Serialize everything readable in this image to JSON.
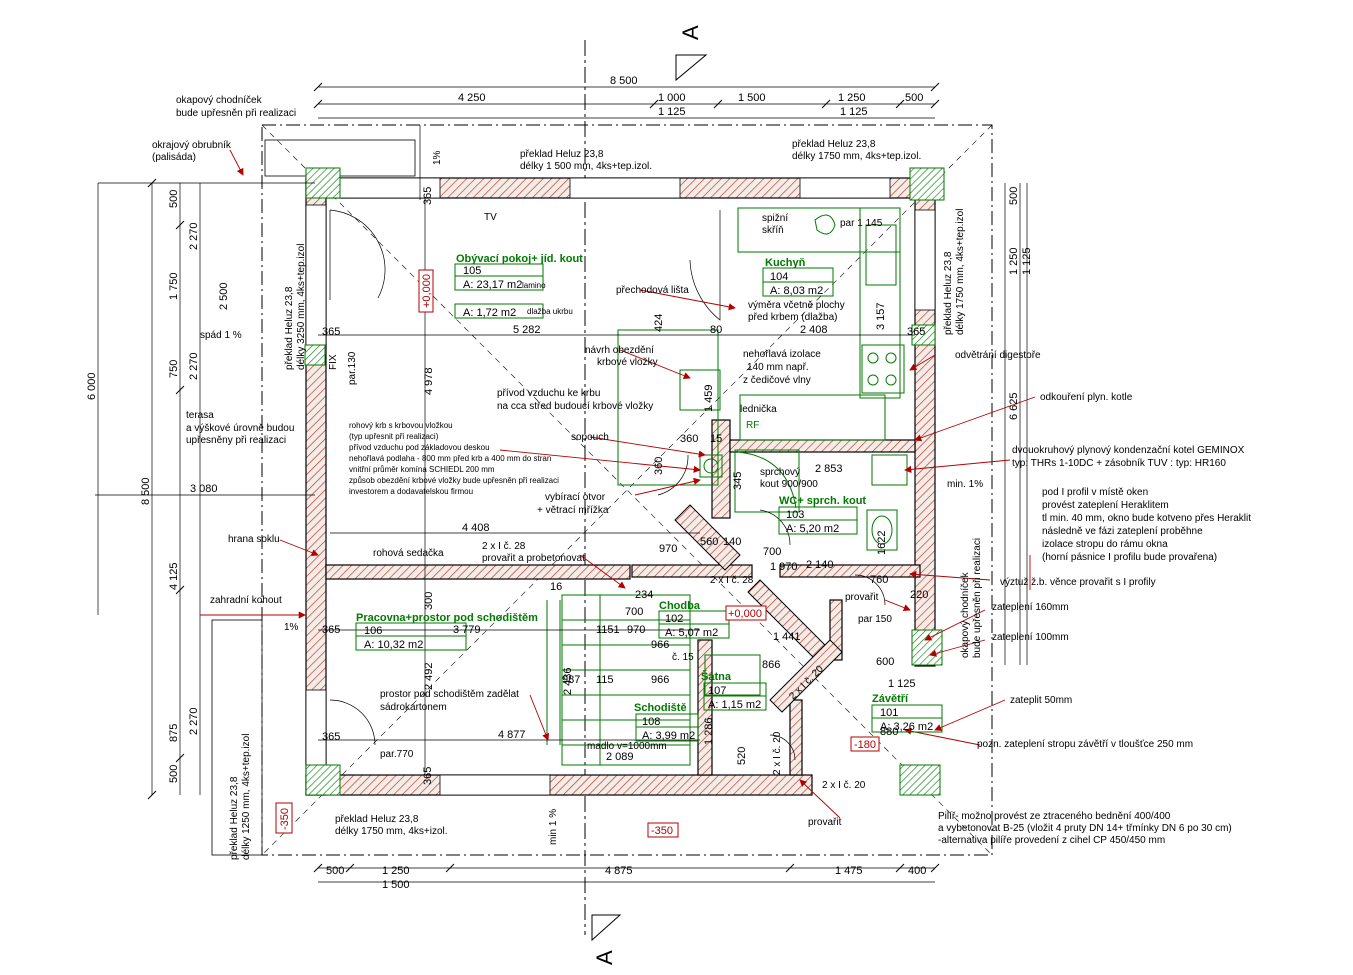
{
  "section_marks": {
    "top": "A",
    "bottom": "A"
  },
  "dims_top": {
    "overall": "8 500",
    "d1": "4 250",
    "d2": "1 000",
    "d3": "1 500",
    "d4": "1 250",
    "d5": "500",
    "d6": "1 125",
    "d7": "1 125"
  },
  "dims_bottom": {
    "d1": "500",
    "d2": "1 250",
    "d3": "1 500",
    "d4": "4 875",
    "d5": "1 475",
    "d6": "400"
  },
  "dims_left": {
    "overall": "8 500",
    "d6000": "6 000",
    "d500a": "500",
    "d2270a": "2 270",
    "d1750": "1 750",
    "d2500": "2 500",
    "d750": "750",
    "d2270b": "2 270",
    "d4125": "4 125",
    "d875": "875",
    "d2270c": "2 270",
    "d500b": "500",
    "d3080": "3 080"
  },
  "dims_right": {
    "d500": "500",
    "d1250": "1 250",
    "d1125": "1 125",
    "d6625": "6 625"
  },
  "dims_inner": {
    "d365a": "365",
    "d365b": "365",
    "d365c": "365",
    "d365d": "365",
    "d365e": "365",
    "d365f": "365",
    "d5282": "5 282",
    "d80": "80",
    "d2408": "2 408",
    "d4978": "4 978",
    "d424": "424",
    "d3157": "3 157",
    "d4408": "4 408",
    "d2853": "2 853",
    "d3779": "3 779",
    "d2492": "2 492",
    "d300": "300",
    "d4877": "4 877",
    "d2089": "2 089",
    "d1151": "1151",
    "d970a": "970",
    "d966a": "966",
    "d966b": "966",
    "d987": "987",
    "d115": "115",
    "d2436": "2 436",
    "d1622": "1622",
    "d760": "760",
    "d220": "220",
    "d600": "600",
    "d1125": "1 125",
    "d970b": "970",
    "d700a": "700",
    "d700b": "700",
    "d560": "560",
    "d140": "140",
    "d1459": "1 459",
    "d15": "15",
    "d360a": "360",
    "d360b": "360",
    "d345": "345",
    "d234": "234",
    "d16": "16",
    "d1441": "1 441",
    "d866": "866",
    "d1286": "1 286",
    "d520": "520",
    "d1970": "1 970",
    "d2140": "2 140",
    "d880": "880"
  },
  "levels": {
    "l1": "+0,000",
    "l2": "+0,000",
    "l3": "-180",
    "l4": "-350",
    "l5": "-350"
  },
  "rooms": [
    {
      "name": "Obývací pokoj+ jíd. kout",
      "num": "105",
      "area": "A: 23,17 m2",
      "extra": "lamino"
    },
    {
      "name": "",
      "num": "",
      "area": "A: 1,72 m2",
      "extra": "dlažba ukrbu"
    },
    {
      "name": "Kuchyň",
      "num": "104",
      "area": "A: 8,03 m2",
      "extra": ""
    },
    {
      "name": "WC+ sprch. kout",
      "num": "103",
      "area": "A: 5,20 m2",
      "extra": ""
    },
    {
      "name": "Pracovna+prostor pod schodištěm",
      "num": "106",
      "area": "A: 10,32 m2",
      "extra": ""
    },
    {
      "name": "Chodba",
      "num": "102",
      "area": "A: 5,07 m2",
      "extra": ""
    },
    {
      "name": "Šatna",
      "num": "107",
      "area": "A: 1,15 m2",
      "extra": ""
    },
    {
      "name": "Schodiště",
      "num": "108",
      "area": "A: 3,99 m2",
      "extra": ""
    },
    {
      "name": "Závětří",
      "num": "101",
      "area": "A: 3,26 m2",
      "extra": ""
    }
  ],
  "notes": {
    "okap1": "okapový chodníček",
    "okap2": "bude upřesněn při realizaci",
    "obrub1": "okrajový obrubník",
    "obrub2": "(palisáda)",
    "heluz1a": "překlad Heluz 23,8",
    "heluz1b": "délky 1 500 mm, 4ks+tep.izol.",
    "heluz2a": "překlad Heluz 23,8",
    "heluz2b": "délky 1750 mm, 4ks+tep.izol.",
    "heluz3a": "překlad Heluz 23,8",
    "heluz3b": "délky 3250 mm, 4ks+tep.izol",
    "heluz4a": "překlad Heluz 23,8",
    "heluz4b": "délky 1750 mm, 4ks+tep.izol",
    "heluz5a": "překlad Heluz 23,8",
    "heluz5b": "délky 1750 mm, 4ks+izol.",
    "heluz6a": "překlad Heluz 23,8",
    "heluz6b": "délky 1250 mm, 4ks+tep.izol",
    "pct1": "1%",
    "pct2": "1%",
    "pct3": "min 1 %",
    "pct4": "min. 1%",
    "spad": "spád 1 %",
    "terasa1": "terasa",
    "terasa2": "a výškové úrovně budou",
    "terasa3": "upřesněny při realizaci",
    "tv": "TV",
    "spiz1": "spižní",
    "spiz2": "skříň",
    "par1145": "par 1 145",
    "prechod": "přechodová lišta",
    "vymera1": "výměra včetně plochy",
    "vymera2": "před krbem (dlažba)",
    "navrh1": "návrh obezdění",
    "navrh2": "krbové vložky",
    "nehorl1": "nehořlavá izolace",
    "nehorl2": "140 mm např.",
    "nehorl3": "z čedičové vlny",
    "odvetr": "odvětrání digestoře",
    "odkour": "odkouření plyn. kotle",
    "lednicka": "lednička",
    "rf": "RF",
    "privod1": "přívod vzduchu ke krbu",
    "privod2": "na cca střed budoucí krbové vložky",
    "sopouch": "sopouch",
    "krb1": "rohový krb s krbovou vložkou",
    "krb2": "(typ upřesnit při realizaci)",
    "krb3": "přívod vzduchu pod základovou deskou",
    "krb4": "nehořlavá podlaha - 800 mm před krb a 400 mm do stran",
    "krb5": "vnitřní průměr komína SCHIEDL 200 mm",
    "krb6": "způsob obezdění krbové vložky bude upřesněn při realizaci",
    "krb7": "investorem a dodavatelskou firmou",
    "vybir1": "vybírací otvor",
    "vybir2": "+ větrací mřížka",
    "sprch1": "sprchový",
    "sprch2": "kout 900/900",
    "kotel1": "dvouokruhový plynový kondenzační kotel GEMINOX",
    "kotel2": "typ: THRs 1-10DC + zásobník TUV : typ: HR160",
    "podl1": "pod I profil v místě oken",
    "podl2": "provést zateplení Heraklitem",
    "podl3": "tl min. 40 mm, okno bude kotveno přes Heraklit",
    "podl4": "následně ve fázi zateplení proběhne",
    "podl5": "izolace stropu do rámu okna",
    "podl6": "(horní pásnice I profilu bude provařena)",
    "vyztuz": "výztuž ž.b. věnce provařit s I profily",
    "zat160": "zateplení 160mm",
    "zat100": "zateplení 100mm",
    "zat50": "zateplit 50mm",
    "pozn": "pozn. zateplení stropu závětří v tloušťce 250 mm",
    "hrana": "hrana soklu",
    "rohsed": "rohová sedačka",
    "ipro1": "2 x I č. 28",
    "ipro2": "provařit a probetonovat",
    "ipro3": "2 x I č. 28",
    "ipro4": "2 x I č. 20",
    "ipro5": "2 x I č. 20",
    "ipro6": "2 x I č. 20",
    "zahrad": "zahradní kohout",
    "okapr1": "okapový chodníček",
    "okapr2": "bude upřesněn při realizaci",
    "prostor1": "prostor pod schodištěm zadělat",
    "prostor2": "sádrokartonem",
    "madlo": "madlo v=1000mm",
    "provarit1": "provařit",
    "provarit2": "provařit",
    "par770": "par.770",
    "par150": "par 150",
    "par130": "par.130",
    "fix": "FIX",
    "pilir1": "Pilíř- možno provést ze ztraceného bednění 400/400",
    "pilir2": "a vybetonovat B-25 (vložit 4 pruty DN 14+ třmínky DN 6 po 30 cm)",
    "pilir3": "-alternativa pilíře provedení z cihel CP 450/450 mm",
    "step": "č. 15"
  }
}
